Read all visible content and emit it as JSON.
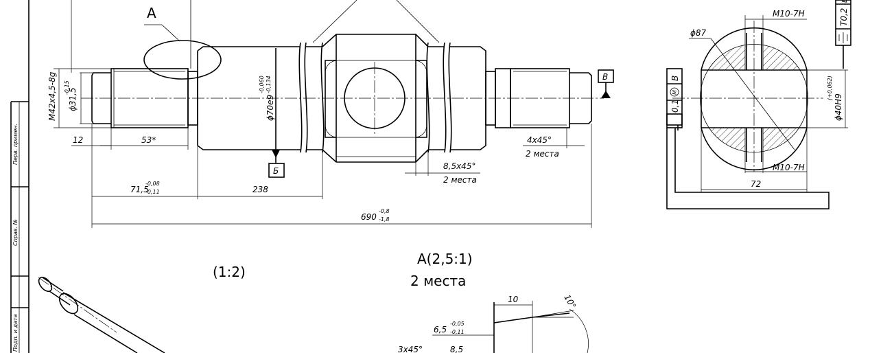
{
  "view_label": "A",
  "base_b": "Б",
  "base_v": "В",
  "scale": "(1:2)",
  "detail_view": {
    "title": "A(2,5:1)",
    "subtitle": "2 места"
  },
  "dims": {
    "thread": "M42x4,5-8g",
    "dia31": "ϕ31,5",
    "dia31_tol": "-0,15",
    "dia70": "ϕ70e9",
    "dia70_tol_up": "-0,060",
    "dia70_tol_lo": "-0,134",
    "len12": "12",
    "len53": "53*",
    "len71": "71,5",
    "len71_tol_up": "-0,08",
    "len71_tol_lo": "-0,11",
    "len238": "238",
    "len690": "690",
    "len690_tol_up": "-0,8",
    "len690_tol_lo": "-1,8",
    "chamfer_4": "4x45°",
    "chamfer_4_note": "2 места",
    "chamfer_85": "8,5x45°",
    "chamfer_85_note": "2 места",
    "dia87": "ϕ87",
    "m10_top": "M10-7H",
    "m10_bot": "M10-7H",
    "len72": "72",
    "hole40": "ϕ40H9",
    "hole40_tol": "(+0,062)",
    "tol_pos": "0,1",
    "tol_pos_m": "M",
    "tol_pos_base": "В",
    "tol_sym_val": "T0,2",
    "tol_sym_base": "Б",
    "det_10": "10",
    "det_65": "6,5",
    "det_65_tol_up": "-0,05",
    "det_65_tol_lo": "-0,11",
    "det_angle": "10°",
    "det_3x45": "3x45°",
    "det_85": "8,5"
  },
  "frame": {
    "perv_primen": "Перв. примен.",
    "sprav_no": "Справ. №",
    "podp_data": "Подп. и дата"
  }
}
